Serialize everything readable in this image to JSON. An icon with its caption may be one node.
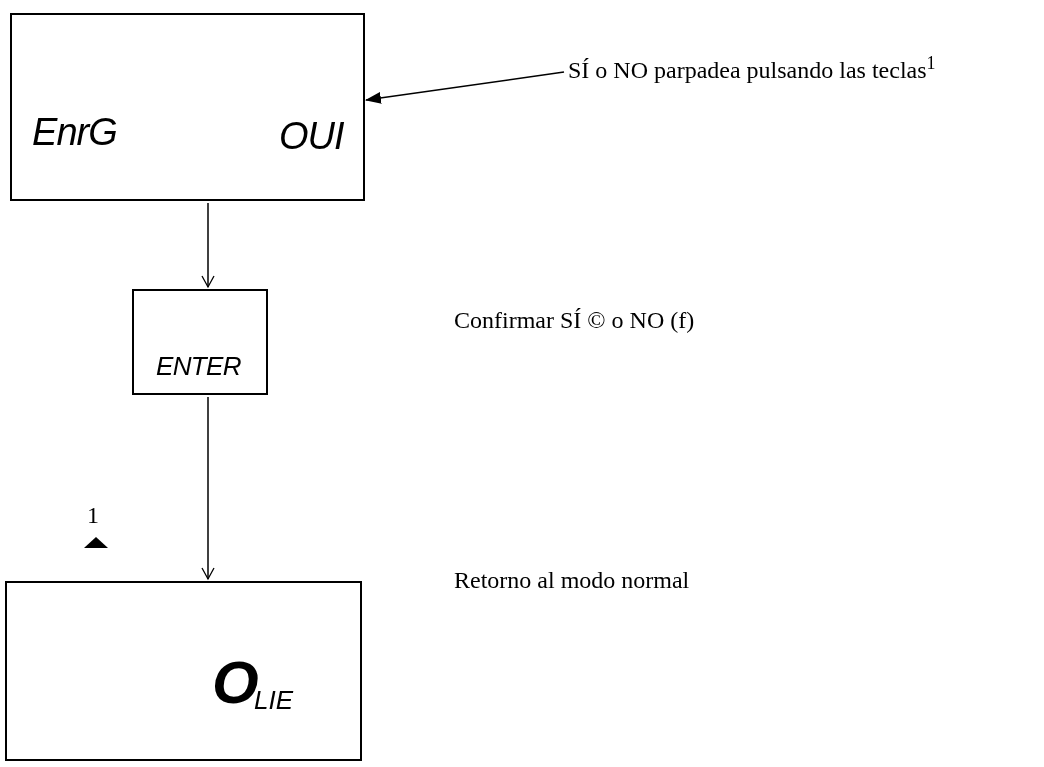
{
  "diagram": {
    "nodes": [
      {
        "text": [
          "EnrG",
          "OUI"
        ]
      },
      {
        "text": [
          "ENTER"
        ]
      },
      {
        "text": [
          "O",
          "LIE"
        ]
      },
      {
        "text": [
          "SÍ o NO parpadea pulsando las teclas$^{1}$"
        ]
      }
    ],
    "edges": [
      {
        "from": 0,
        "to": 1,
        "arrow": "to"
      },
      {
        "from": 1,
        "to": 2,
        "arrow": "to"
      },
      {
        "from": 3,
        "to": 0,
        "arrow": "to"
      }
    ],
    "labels": [
      "Confirmar SÍ © o NO (f)",
      "1",
      "Retorno al modo normal"
    ]
  }
}
